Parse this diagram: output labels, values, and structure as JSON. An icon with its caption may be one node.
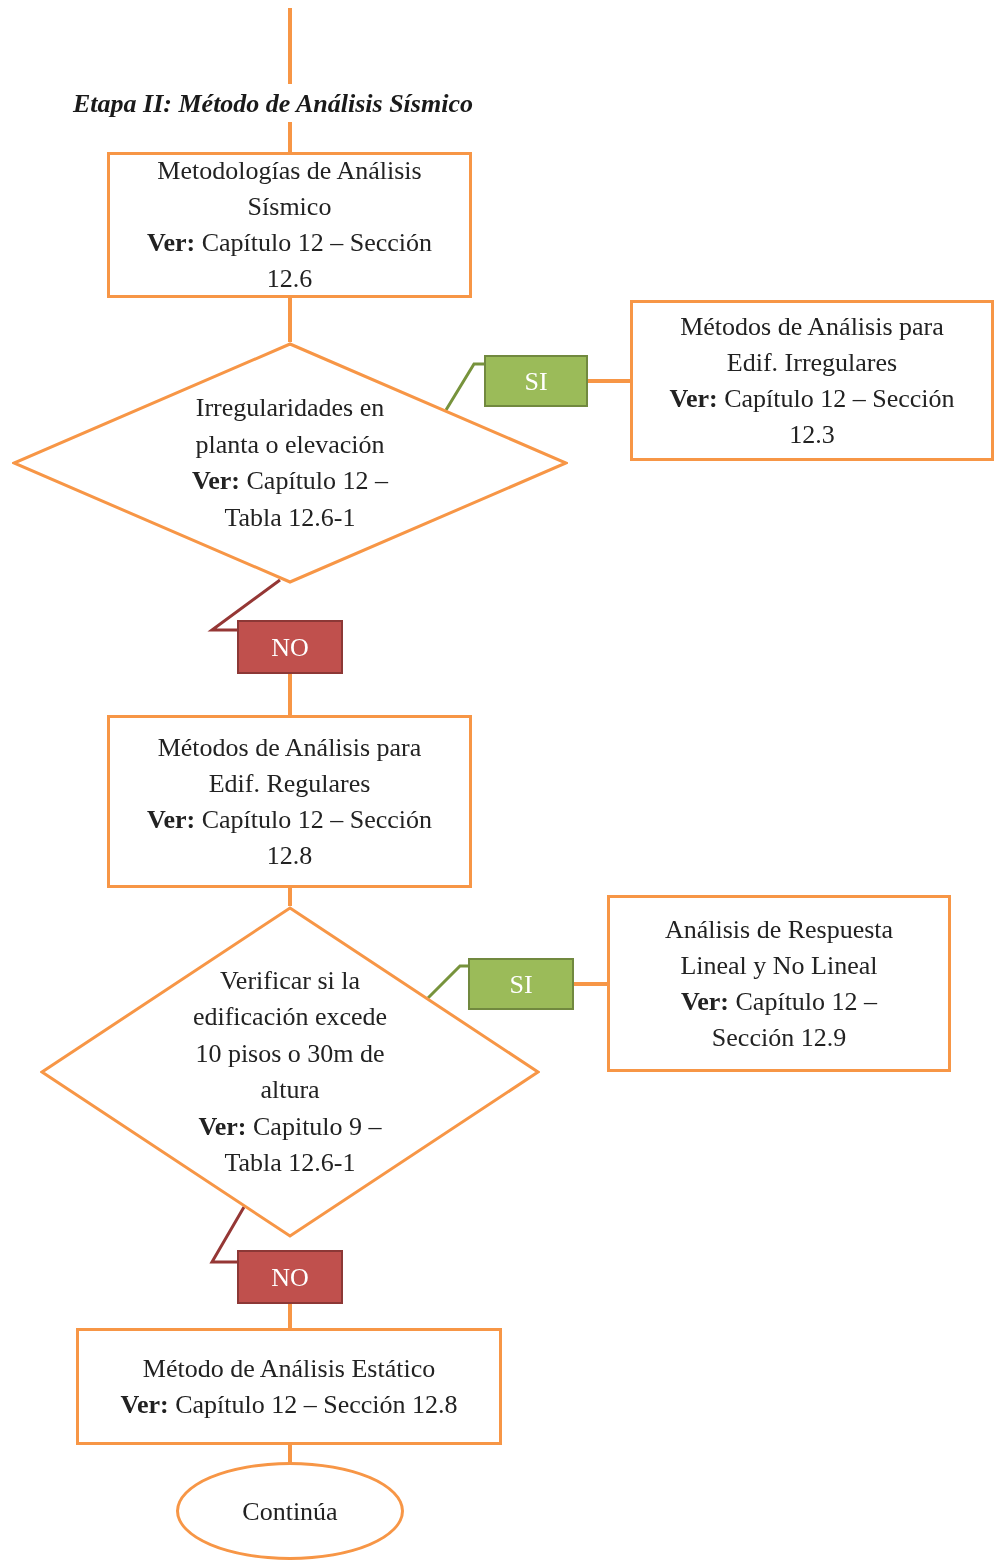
{
  "diagram": {
    "nodes": [
      {
        "text": [
          "Etapa II: Método de Análisis Sísmico"
        ]
      },
      {
        "text": [
          "Metodologías de Análisis Sísmico",
          "**Ver:** Capítulo 12 – Sección 12.6"
        ]
      },
      {
        "text": [
          "Irregularidades en planta o elevación",
          "**Ver:** Capítulo 12 – Tabla 12.6-1"
        ]
      },
      {
        "text": [
          "SI"
        ]
      },
      {
        "text": [
          "Métodos de Análisis para Edif. Irregulares",
          "**Ver:** Capítulo 12 – Sección 12.3"
        ]
      },
      {
        "text": [
          "NO"
        ]
      },
      {
        "text": [
          "Métodos de Análisis para Edif. Regulares",
          "**Ver:** Capítulo 12 – Sección 12.8"
        ]
      },
      {
        "text": [
          "Verificar si la edificación excede 10 pisos o 30m de altura",
          "**Ver:** Capitulo 9 – Tabla 12.6-1"
        ]
      },
      {
        "text": [
          "SI"
        ]
      },
      {
        "text": [
          "Análisis de Respuesta Lineal y No Lineal",
          "**Ver:** Capítulo 12 – Sección 12.9"
        ]
      },
      {
        "text": [
          "NO"
        ]
      },
      {
        "text": [
          "Método de Análisis Estático",
          "**Ver:** Capítulo 12 – Sección 12.8"
        ]
      },
      {
        "text": [
          "Continúa"
        ]
      }
    ],
    "edges": [
      {
        "from": null,
        "to": 0,
        "arrow": "none"
      },
      {
        "from": 0,
        "to": 1,
        "arrow": "none"
      },
      {
        "from": 1,
        "to": 2,
        "arrow": "none"
      },
      {
        "from": 2,
        "to": 3,
        "arrow": "none",
        "color": "#77933c"
      },
      {
        "from": 3,
        "to": 4,
        "arrow": "none"
      },
      {
        "from": 2,
        "to": 5,
        "arrow": "none",
        "color": "#953735"
      },
      {
        "from": 5,
        "to": 6,
        "arrow": "none"
      },
      {
        "from": 6,
        "to": 7,
        "arrow": "none"
      },
      {
        "from": 7,
        "to": 8,
        "arrow": "none",
        "color": "#77933c"
      },
      {
        "from": 8,
        "to": 9,
        "arrow": "none"
      },
      {
        "from": 7,
        "to": 10,
        "arrow": "none",
        "color": "#953735"
      },
      {
        "from": 10,
        "to": 11,
        "arrow": "none"
      },
      {
        "from": 11,
        "to": 12,
        "arrow": "none"
      }
    ]
  }
}
